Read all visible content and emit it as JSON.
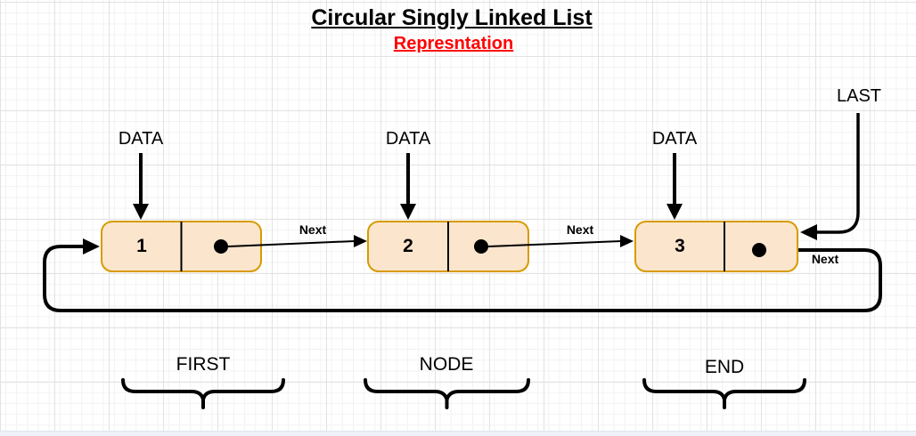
{
  "title": "Circular Singly Linked List",
  "subtitle": "Represntation",
  "last_label": "LAST",
  "colors": {
    "title_color": "#000000",
    "subtitle_color": "#ff0000",
    "node_fill": "#fbe5cd",
    "node_border": "#d79b00",
    "line_color": "#000000",
    "grid_minor": "#f2f2f2",
    "grid_major": "#e2e2e2"
  },
  "nodes": [
    {
      "value": "1",
      "data_label": "DATA",
      "next_label": "Next",
      "region_label": "FIRST"
    },
    {
      "value": "2",
      "data_label": "DATA",
      "next_label": "Next",
      "region_label": "NODE"
    },
    {
      "value": "3",
      "data_label": "DATA",
      "next_label": "Next",
      "region_label": "END"
    }
  ]
}
